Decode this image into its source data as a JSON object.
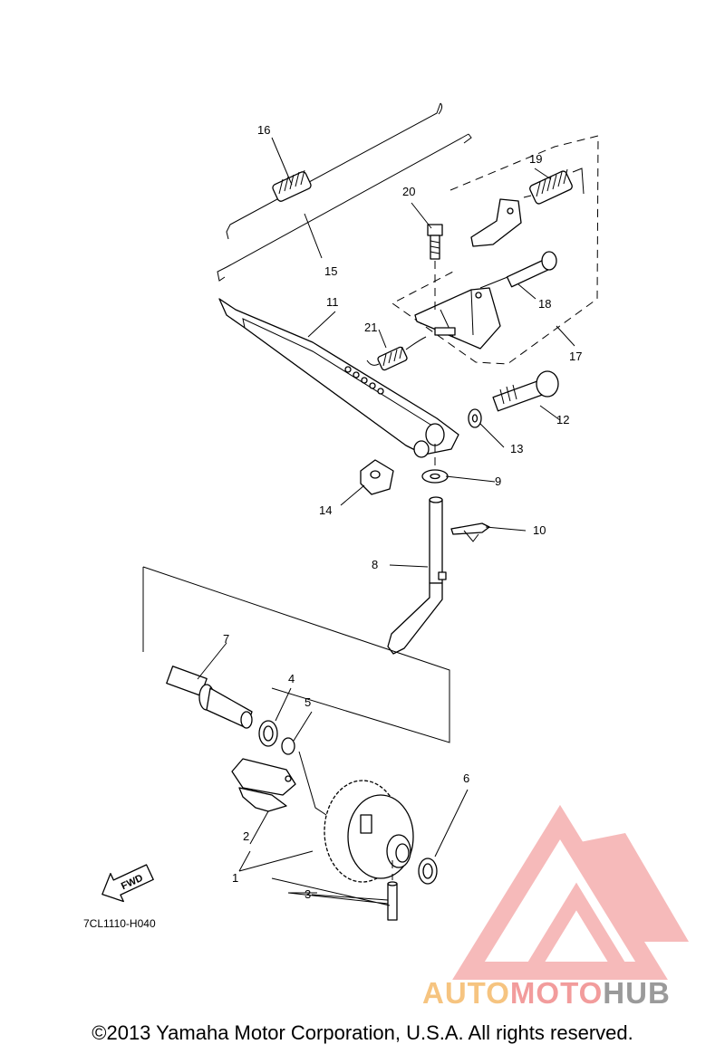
{
  "diagram": {
    "callouts": [
      {
        "id": "1",
        "label": "1"
      },
      {
        "id": "2",
        "label": "2"
      },
      {
        "id": "3",
        "label": "3"
      },
      {
        "id": "4",
        "label": "4"
      },
      {
        "id": "5",
        "label": "5"
      },
      {
        "id": "6",
        "label": "6"
      },
      {
        "id": "7",
        "label": "7"
      },
      {
        "id": "8",
        "label": "8"
      },
      {
        "id": "9",
        "label": "9"
      },
      {
        "id": "10",
        "label": "10"
      },
      {
        "id": "11",
        "label": "11"
      },
      {
        "id": "12",
        "label": "12"
      },
      {
        "id": "13",
        "label": "13"
      },
      {
        "id": "14",
        "label": "14"
      },
      {
        "id": "15",
        "label": "15"
      },
      {
        "id": "16",
        "label": "16"
      },
      {
        "id": "17",
        "label": "17"
      },
      {
        "id": "18",
        "label": "18"
      },
      {
        "id": "19",
        "label": "19"
      },
      {
        "id": "20",
        "label": "20"
      },
      {
        "id": "21",
        "label": "21"
      }
    ],
    "diagram_code": "7CL1110-H040",
    "fwd_label": "FWD"
  },
  "watermark": {
    "part1": "AUTO",
    "part2": "MOTO",
    "part3": "HUB",
    "colors": {
      "auto": "#f6c480",
      "moto": "#f29c9c",
      "hub": "#9a9a9a",
      "triangle": "#f4a3a3"
    }
  },
  "footer": {
    "copyright": "©2013 Yamaha Motor Corporation, U.S.A. All rights reserved."
  }
}
